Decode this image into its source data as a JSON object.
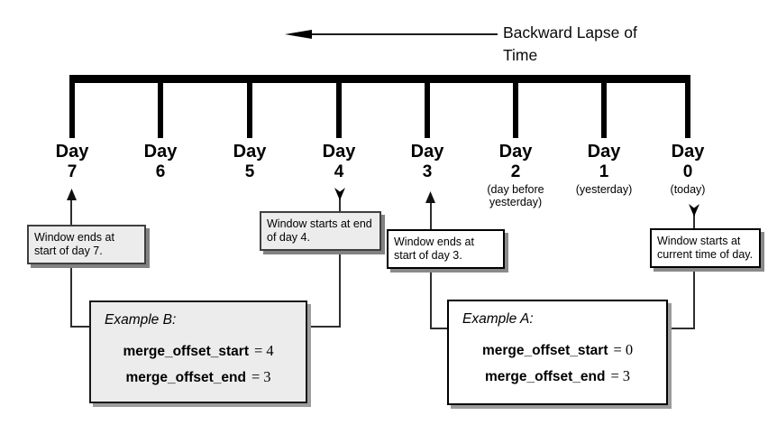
{
  "header": {
    "title": "Backward Lapse of\nTime"
  },
  "timeline": {
    "days": [
      {
        "word": "Day",
        "number": "7",
        "note": ""
      },
      {
        "word": "Day",
        "number": "6",
        "note": ""
      },
      {
        "word": "Day",
        "number": "5",
        "note": ""
      },
      {
        "word": "Day",
        "number": "4",
        "note": ""
      },
      {
        "word": "Day",
        "number": "3",
        "note": ""
      },
      {
        "word": "Day",
        "number": "2",
        "note": "(day before yesterday)"
      },
      {
        "word": "Day",
        "number": "1",
        "note": "(yesterday)"
      },
      {
        "word": "Day",
        "number": "0",
        "note": "(today)"
      }
    ]
  },
  "callouts": [
    {
      "text": "Window ends at start of day 7."
    },
    {
      "text": "Window starts at end of day 4."
    },
    {
      "text": "Window ends at start of day 3."
    },
    {
      "text": "Window starts at current time of day."
    }
  ],
  "examples": [
    {
      "heading": "Example B:",
      "rows": [
        {
          "name": "merge_offset_start",
          "operator": "=",
          "value": "4"
        },
        {
          "name": "merge_offset_end",
          "operator": "=",
          "value": "3"
        }
      ]
    },
    {
      "heading": "Example A:",
      "rows": [
        {
          "name": "merge_offset_start",
          "operator": "=",
          "value": "0"
        },
        {
          "name": "merge_offset_end",
          "operator": "=",
          "value": "3"
        }
      ]
    }
  ],
  "colors": {
    "line": "#000000",
    "connector": "#2e2e2e",
    "gray_box_fill": "#ececec",
    "white_box_fill": "#ffffff",
    "box_shadow": "#9c9c9c"
  }
}
